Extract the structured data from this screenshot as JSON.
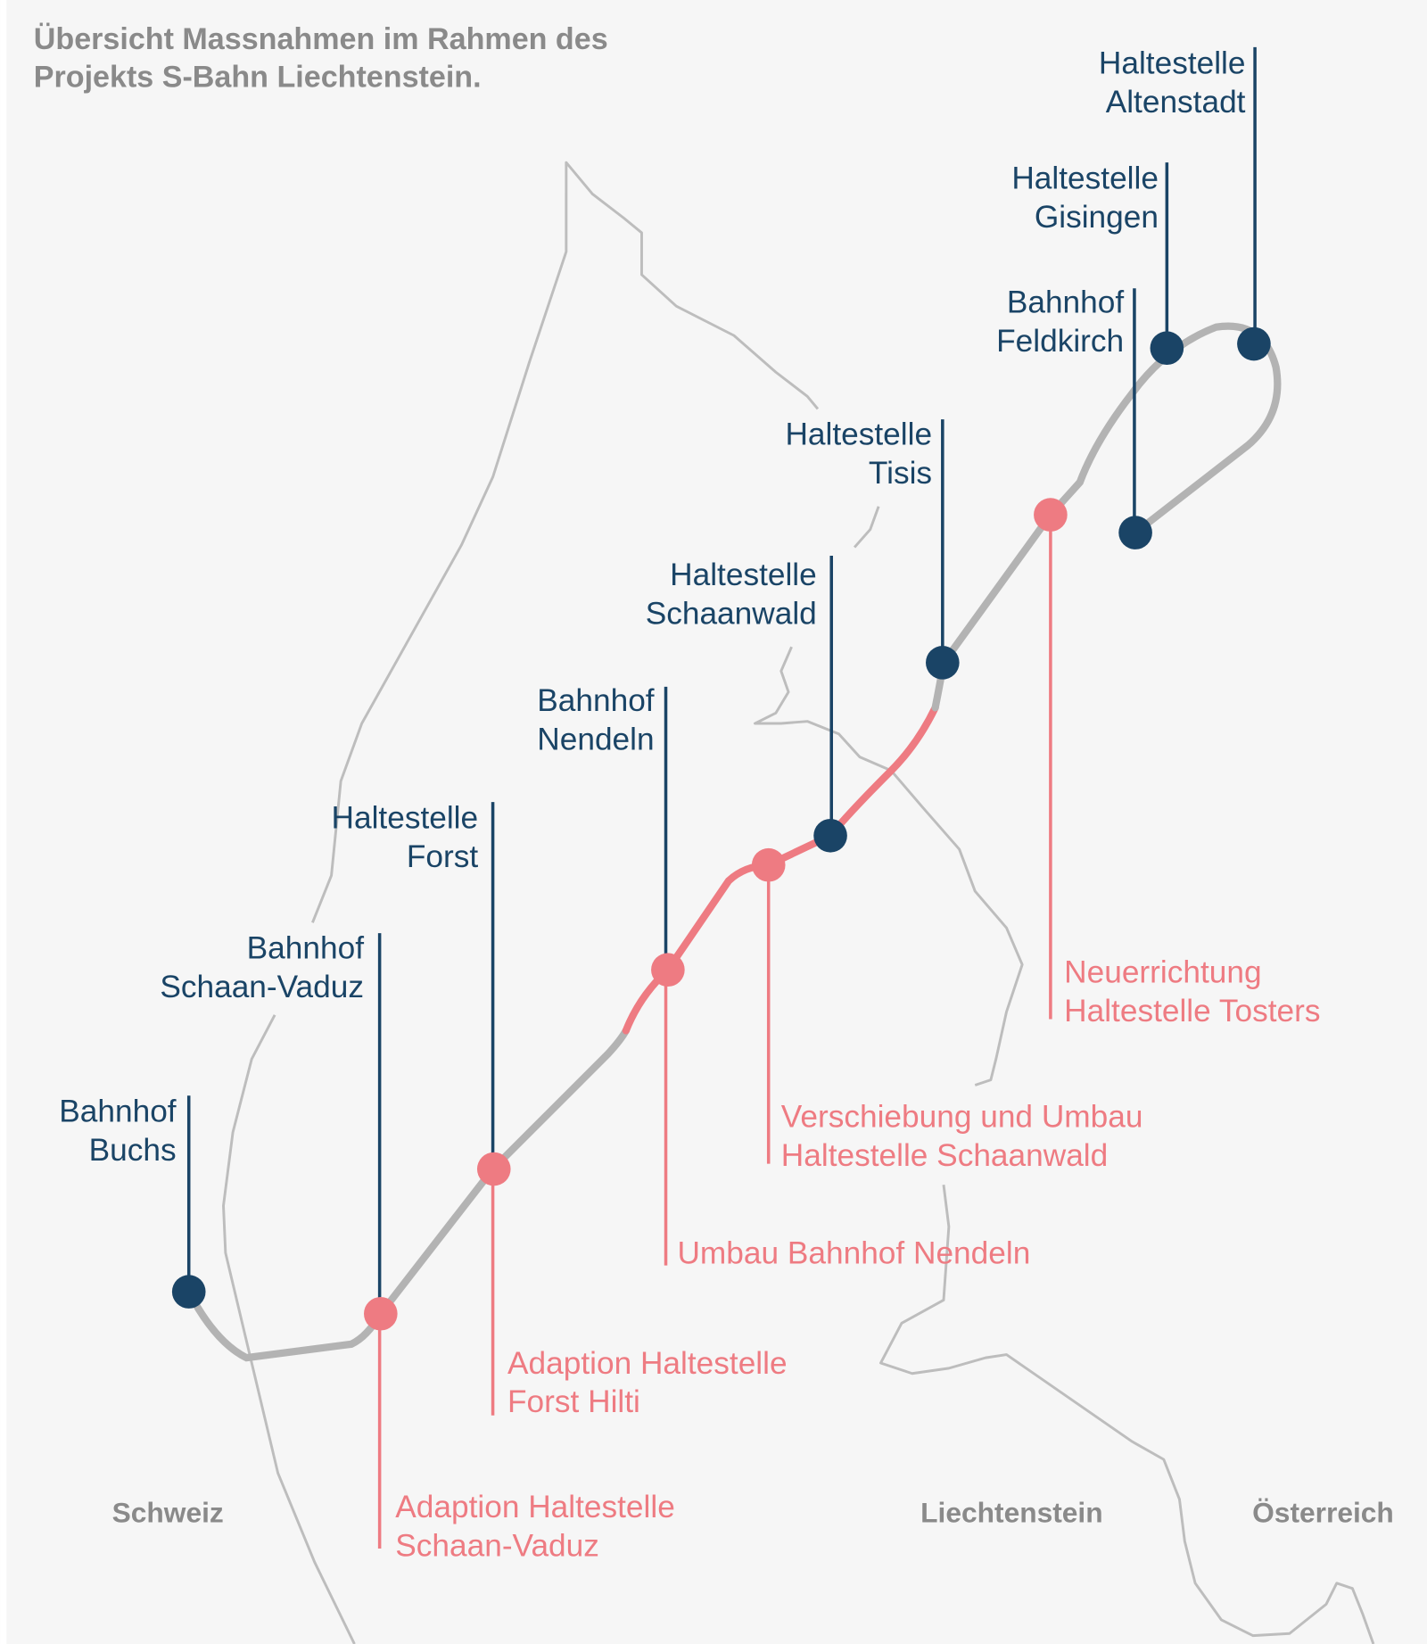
{
  "title": {
    "line1": "Übersicht Massnahmen im Rahmen des",
    "line2": "Projekts S-Bahn Liechtenstein."
  },
  "colors": {
    "existing": "#1a4466",
    "measure": "#ee7b82",
    "rail": "#b3b3b3",
    "border": "#bdbdbd"
  },
  "countries": [
    "Schweiz",
    "Liechtenstein",
    "Österreich"
  ],
  "stations": [
    {
      "l1": "Haltestelle",
      "l2": "Altenstadt"
    },
    {
      "l1": "Haltestelle",
      "l2": "Gisingen"
    },
    {
      "l1": "Bahnhof",
      "l2": "Feldkirch"
    },
    {
      "l1": "Haltestelle",
      "l2": "Tisis"
    },
    {
      "l1": "Haltestelle",
      "l2": "Schaanwald"
    },
    {
      "l1": "Bahnhof",
      "l2": "Nendeln"
    },
    {
      "l1": "Haltestelle",
      "l2": "Forst"
    },
    {
      "l1": "Bahnhof",
      "l2": "Schaan-Vaduz"
    },
    {
      "l1": "Bahnhof",
      "l2": "Buchs"
    }
  ],
  "measures": [
    {
      "l1": "Neuerrichtung",
      "l2": "Haltestelle Tosters"
    },
    {
      "l1": "Verschiebung und Umbau",
      "l2": "Haltestelle Schaanwald"
    },
    {
      "l1": "Umbau Bahnhof Nendeln",
      "l2": ""
    },
    {
      "l1": "Adaption Haltestelle",
      "l2": "Forst Hilti"
    },
    {
      "l1": "Adaption Haltestelle",
      "l2": "Schaan-Vaduz"
    }
  ]
}
